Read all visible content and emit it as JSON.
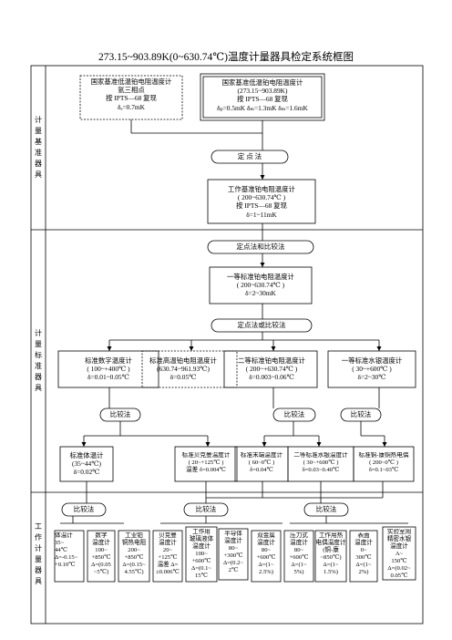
{
  "title": "273.15~903.89K(0~630.74℃)温度计量器具检定系统框图",
  "sections": {
    "primary": "计\n量\n基\n准\n器\n具",
    "standard": "计\n量\n标\n准\n器\n具",
    "working": "工\n作\n计\n量\n器\n具"
  },
  "boxes": {
    "nat_low": "国家基准低温铂电阻温度计\n氩三相点\n按 IPTS—68 复现\nδₐ=0.7mK",
    "nat_main": "国家基准低温铂电阻温度计\n(273.15~903.89K)\n按 IPTS—68 复现\nδₚ=0.5mK   δₘ=1.3mK   δₘ=1.6mK",
    "work_pt": "工作基准铂电阻温度计\n( 200~630.74℃ )\n按 IPTS—68 复现\nδ=1~11mK",
    "first_pt": "一等标准铂电阻温度计\n( 200~630.74℃ )\nδ=2~30mK",
    "digital": "标准数字温度计\n( 100~+400℃ )\nδ=0.01~0.05℃",
    "hi_pt": "标准高温铂电阻温度计\n(630.74~961.93℃)\nδ=0.05℃",
    "second_pt": "二等标准铂电阻温度计\n( 200~+630.74℃ )\nδ=0.003~0.06℃",
    "first_hg": "一等标准水银温度计\n( 30~+600℃ )\nδ=2~30℃",
    "std_thermo": "标准体温计\n(35~44℃)\nδ=0.02℃",
    "beckmann": "标准贝克曼温度计\n( 20~+125℃ )\n温差 δ=0.004℃",
    "last_hg": "标准末端温度计\n( 60~0℃ )\nδ=0.04℃",
    "second_hg": "二等标准水银温度计\n( 30~+600℃ )\nδ=0.03~0.40℃",
    "std_bimetal": "标准铜-康铜热电偶\n( 200~0℃ )\nδ=0.1~03℃"
  },
  "pills": {
    "fixed": "定    点    法",
    "fixed_compare": "定点法和比较法",
    "fixed_or_compare": "定点法或比较法",
    "cmp1": "比较法",
    "cmp2": "比较法",
    "cmp3": "比较法",
    "cmp4": "比较法",
    "cmp5": "比较法",
    "cmp6": "比较法"
  },
  "working": [
    "体温计\n35~\n44℃\nΔ=-0.15~\n+0.10℃",
    "数字\n温度计\n100~\n+850℃\nΔ=(0.05\n~5℃)",
    "工业铂\n铜热电阻\n200~\n+850℃\nΔ=(0.15~\n4.55℃)",
    "贝克曼\n温度计\n20~\n+125℃\n温差 Δ=\n±0.006℃",
    "工作用\n玻璃液体\n温度计\n100~\n+600℃\nΔ=(0.1~\n15℃",
    "半导体\n温度计\n80~\n+300℃\nΔ=(0.2~\n2℃",
    "双金属\n温度计\n80~\n+600℃\nΔ=(1~\n2.5%)",
    "压力式\n温度计\n80~\n+600℃\nΔ=(1~\n5%)",
    "工作用热\n电偶温度计\n(铜-康\n~850℃)\nΔ=(1~\n1.5%)",
    "表面\n温度计\n0~\n300℃\nΔ=(1~\n2%)",
    "实验室用\n精密水银\n温度计\nA~\n150℃\nΔ=(0.02~\n0.05℃"
  ]
}
